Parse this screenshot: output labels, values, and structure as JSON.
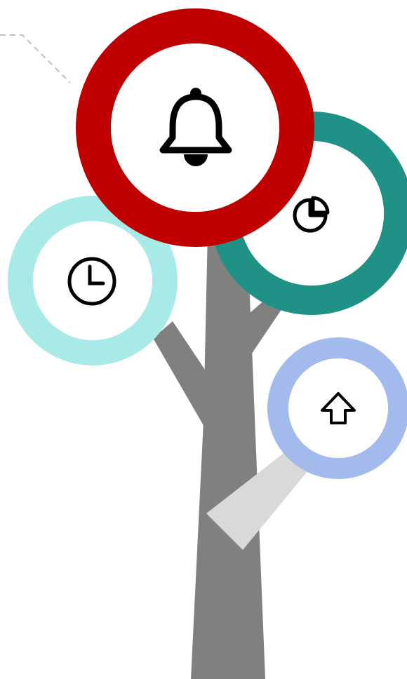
{
  "colors": {
    "background": "#ffffff",
    "trunk": "#808080",
    "light_branch": "#d9d9d9",
    "dashed_line": "#bfbfbf",
    "icon_stroke": "#000000"
  },
  "nodes": [
    {
      "id": "bell",
      "icon": "bell-icon",
      "ring_color": "#c00000"
    },
    {
      "id": "pie-chart",
      "icon": "pie-chart-icon",
      "ring_color": "#1f9186"
    },
    {
      "id": "clock",
      "icon": "clock-icon",
      "ring_color": "#a8eae7"
    },
    {
      "id": "upload",
      "icon": "upload-arrow-icon",
      "ring_color": "#a2bbec"
    }
  ]
}
